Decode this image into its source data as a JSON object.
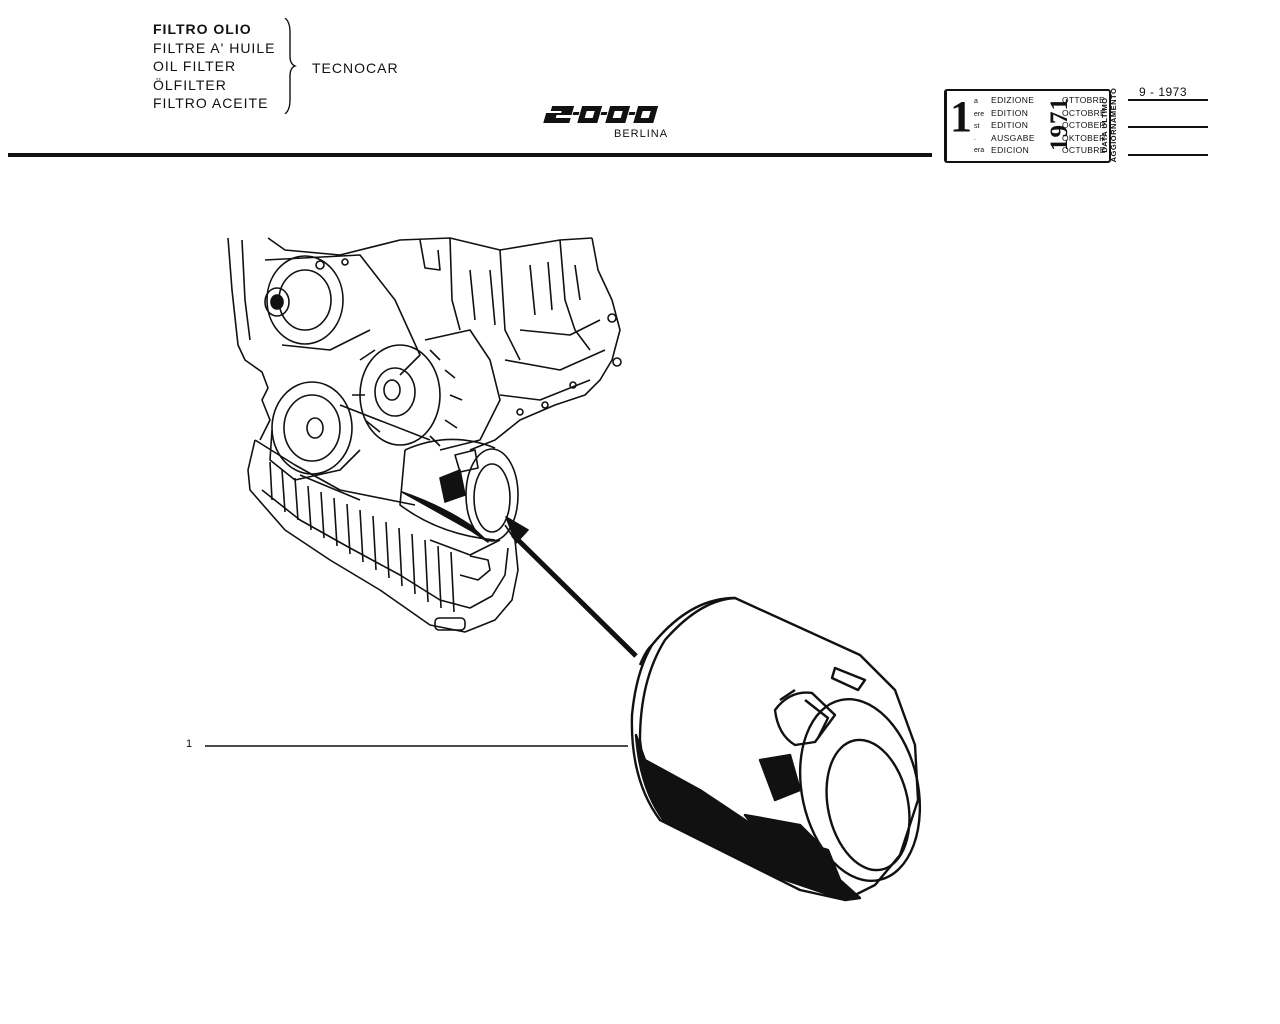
{
  "header": {
    "titles": [
      "FILTRO OLIO",
      "FILTRE A' HUILE",
      "OIL FILTER",
      "ÖLFILTER",
      "FILTRO ACEITE"
    ],
    "manufacturer": "TECNOCAR",
    "model_logo": "2000",
    "model_sub": "BERLINA"
  },
  "edition_block": {
    "number": "1",
    "suffixes": [
      "a",
      "ere",
      "st",
      ".",
      "era"
    ],
    "edition_words": [
      "EDIZIONE",
      "EDITION",
      "EDITION",
      "AUSGABE",
      "EDICION"
    ],
    "year": "1971",
    "months": [
      "OTTOBRE",
      "OCTOBRE",
      "OCTOBER",
      "OKTOBER",
      "OCTUBRE"
    ],
    "update_label_line1": "DATA ULTIMO",
    "update_label_line2": "AGGIORNAMENTO",
    "update_date": "9 - 1973"
  },
  "figure": {
    "callouts": [
      {
        "number": "1"
      }
    ]
  }
}
